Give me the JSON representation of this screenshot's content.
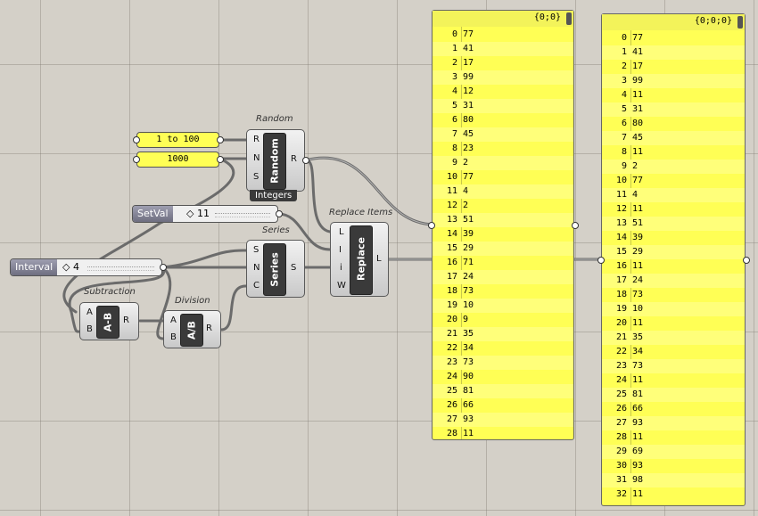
{
  "panels": {
    "range": "1 to 100",
    "count": "1000"
  },
  "random": {
    "title": "Random",
    "name": "Random",
    "ports_in": [
      "R",
      "N",
      "S"
    ],
    "port_out": "R",
    "tag": "Integers"
  },
  "setval": {
    "label": "SetVal",
    "value": "11"
  },
  "interval": {
    "label": "Interval",
    "value": "4"
  },
  "series": {
    "title": "Series",
    "name": "Series",
    "ports_in": [
      "S",
      "N",
      "C"
    ],
    "port_out": "S"
  },
  "replace": {
    "title": "Replace Items",
    "name": "Replace",
    "ports_in": [
      "L",
      "I",
      "i",
      "W"
    ],
    "port_out": "L"
  },
  "subtraction": {
    "title": "Subtraction",
    "name": "A-B",
    "ports_in": [
      "A",
      "B"
    ],
    "port_out": "R"
  },
  "division": {
    "title": "Division",
    "name": "A/B",
    "ports_in": [
      "A",
      "B"
    ],
    "port_out": "R"
  },
  "list1": {
    "path": "{0;0}",
    "items": [
      "77",
      "41",
      "17",
      "99",
      "12",
      "31",
      "80",
      "45",
      "23",
      "2",
      "77",
      "4",
      "2",
      "51",
      "39",
      "29",
      "71",
      "24",
      "73",
      "10",
      "9",
      "35",
      "34",
      "73",
      "90",
      "81",
      "66",
      "93",
      "11"
    ]
  },
  "list2": {
    "path": "{0;0;0}",
    "items": [
      "77",
      "41",
      "17",
      "99",
      "11",
      "31",
      "80",
      "45",
      "11",
      "2",
      "77",
      "4",
      "11",
      "51",
      "39",
      "29",
      "11",
      "24",
      "73",
      "10",
      "11",
      "35",
      "34",
      "73",
      "11",
      "81",
      "66",
      "93",
      "11",
      "69",
      "93",
      "98",
      "11"
    ]
  }
}
